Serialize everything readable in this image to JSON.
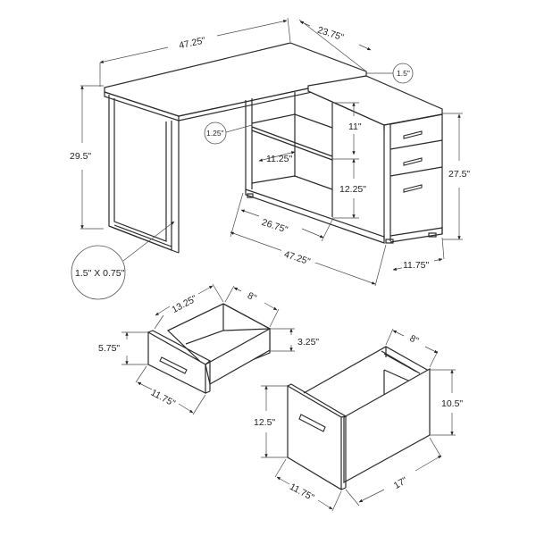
{
  "diagram": {
    "type": "furniture-dimension-drawing",
    "subject": "L-shaped corner desk with storage cabinet and drawers"
  },
  "desk": {
    "top_length": "47.25\"",
    "top_depth": "23.75\"",
    "top_thickness": "1.5\"",
    "shelf_thickness": "1.25\"",
    "height": "29.5\"",
    "leg_profile": "1.5\" X 0.75\"",
    "shelf_depth": "11.25\"",
    "upper_shelf_height": "11\"",
    "lower_shelf_height": "12.25\"",
    "cabinet_height": "27.5\"",
    "open_shelf_width": "26.75\"",
    "return_length": "47.25\"",
    "return_depth": "11.75\""
  },
  "small_drawer": {
    "interior_length": "13.25\"",
    "interior_width": "8\"",
    "front_height": "5.75\"",
    "side_height": "3.25\"",
    "front_width": "11.75\""
  },
  "file_drawer": {
    "interior_width": "8\"",
    "side_height": "10.5\"",
    "front_height": "12.5\"",
    "depth": "17\"",
    "front_width": "11.75\""
  }
}
